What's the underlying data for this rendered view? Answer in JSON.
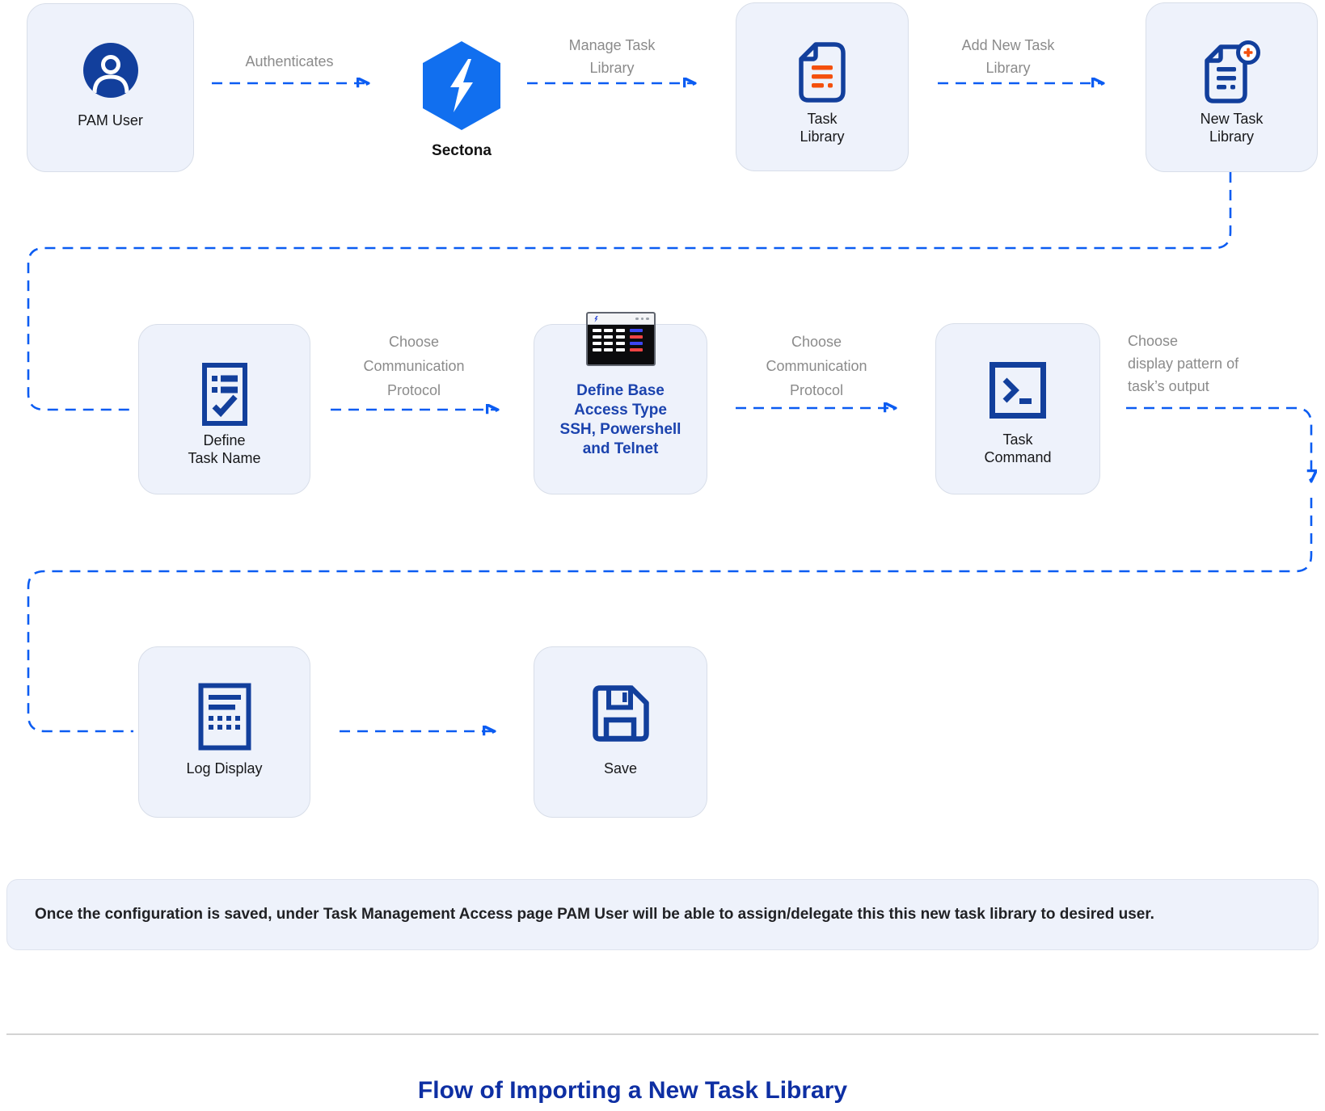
{
  "nodes": {
    "pam_user": {
      "label": "PAM User"
    },
    "sectona": {
      "label": "Sectona"
    },
    "task_library": {
      "lines": [
        "Task",
        "Library"
      ]
    },
    "new_task_library": {
      "lines": [
        "New Task",
        "Library"
      ]
    },
    "define_task_name": {
      "lines": [
        "Define",
        "Task Name"
      ]
    },
    "define_base": {
      "lines": [
        "Define Base",
        "Access Type",
        "SSH, Powershell",
        "and Telnet"
      ]
    },
    "task_command": {
      "lines": [
        "Task",
        "Command"
      ]
    },
    "log_display": {
      "label": "Log Display"
    },
    "save": {
      "label": "Save"
    }
  },
  "edges": {
    "authenticates": {
      "label": "Authenticates"
    },
    "manage_task_library": {
      "lines": [
        "Manage Task",
        "Library"
      ]
    },
    "add_new_task_library": {
      "lines": [
        "Add New Task",
        "Library"
      ]
    },
    "choose_protocol_1": {
      "lines": [
        "Choose",
        "Communication",
        "Protocol"
      ]
    },
    "choose_protocol_2": {
      "lines": [
        "Choose",
        "Communication",
        "Protocol"
      ]
    },
    "choose_display_pattern": {
      "lines": [
        "Choose",
        "display pattern of",
        "task’s output"
      ]
    }
  },
  "note": {
    "text": "Once the configuration is saved, under Task Management Access page PAM User will be able to assign/delegate this this new task library to desired user."
  },
  "footer": {
    "title": "Flow of Importing a New Task Library"
  },
  "icons": {
    "pam_user": "user-circle-icon",
    "sectona": "sectona-hexagon-bolt-logo",
    "task_library": "document-lines-icon",
    "new_task_library": "document-add-badge-icon",
    "define_task_name": "checklist-document-icon",
    "define_base": "terminal-window-icon",
    "task_command": "command-prompt-icon",
    "log_display": "log-report-icon",
    "save": "floppy-disk-icon"
  },
  "colors": {
    "arrow_blue": "#0B5CF2",
    "icon_blue": "#123F9C",
    "brand_blue": "#116FEF",
    "accent_orange": "#F4500D",
    "node_background": "#EEF2FB",
    "edge_label_gray": "#8B8B8B",
    "title_blue": "#0E2FA3"
  }
}
